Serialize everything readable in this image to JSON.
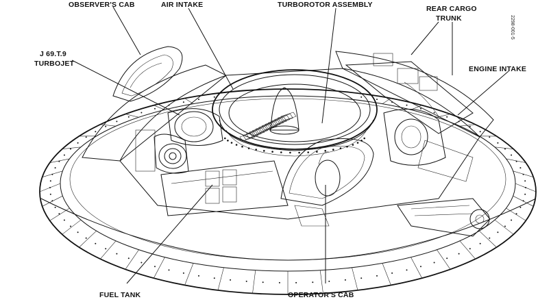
{
  "labels": {
    "observers_cab": "OBSERVER'S CAB",
    "air_intake": "AIR INTAKE",
    "turborotor_assembly": "TURBOROTOR ASSEMBLY",
    "rear_cargo_line1": "REAR CARGO",
    "rear_cargo_line2": "TRUNK",
    "turbojet_line1": "J 69.T.9",
    "turbojet_line2": "TURBOJET",
    "engine_intake": "ENGINE INTAKE",
    "fuel_tank": "FUEL TANK",
    "operators_cab": "OPERATOR'S CAB"
  },
  "drawing_code": "2298-001-5",
  "colors": {
    "ink": "#111111",
    "paper": "#ffffff",
    "hatch": "#777777"
  }
}
